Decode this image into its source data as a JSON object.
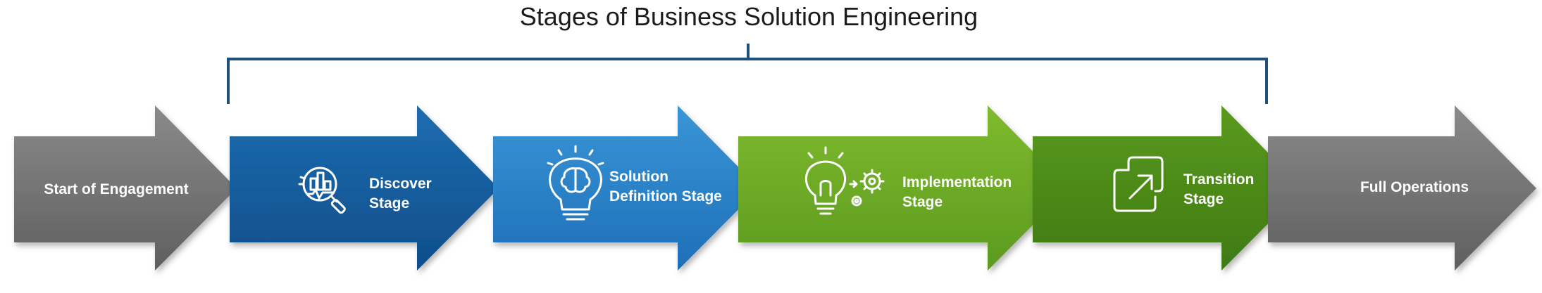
{
  "title": "Stages of Business Solution Engineering",
  "stages": [
    {
      "lines": [
        "Start of Engagement"
      ],
      "color_top": "#8a8a8a",
      "color_bottom": "#5f5f5f"
    },
    {
      "lines": [
        "Discover",
        "Stage"
      ],
      "icon": "magnifier-chart-icon",
      "color_top": "#1d6db0",
      "color_bottom": "#0f4d8a"
    },
    {
      "lines": [
        "Solution",
        "Definition Stage"
      ],
      "icon": "lightbulb-brain-icon",
      "color_top": "#3a95d6",
      "color_bottom": "#1e6fb8"
    },
    {
      "lines": [
        "Implementation",
        "Stage"
      ],
      "icon": "lightbulb-gears-icon",
      "color_top": "#7fba2e",
      "color_bottom": "#5b9a1f"
    },
    {
      "lines": [
        "Transition",
        "Stage"
      ],
      "icon": "expand-arrow-icon",
      "color_top": "#5a9a1f",
      "color_bottom": "#3f7a12"
    },
    {
      "lines": [
        "Full Operations"
      ],
      "color_top": "#8a8a8a",
      "color_bottom": "#5f5f5f"
    }
  ]
}
